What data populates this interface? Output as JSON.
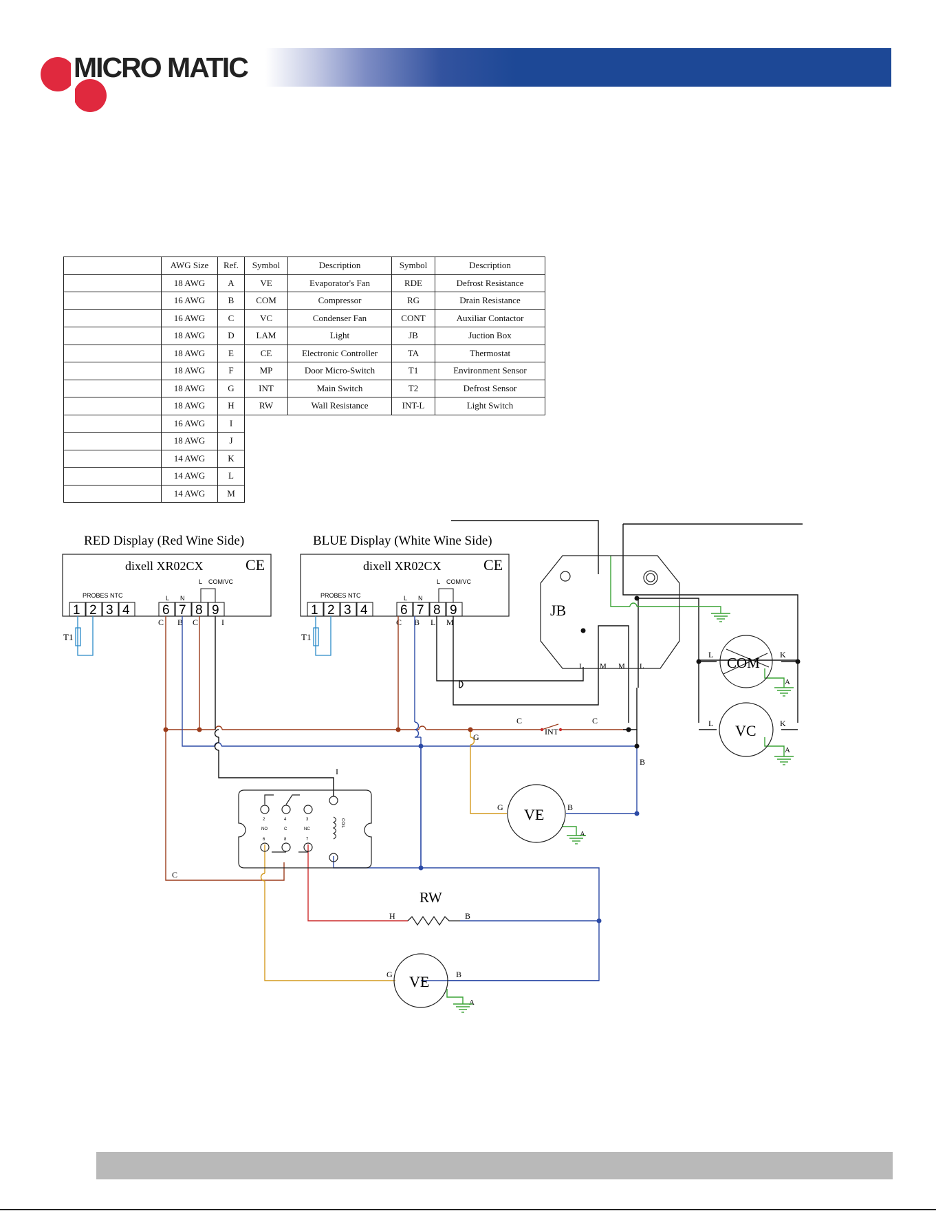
{
  "brand": {
    "name": "MICRO MATIC",
    "primary_color": "#1d4896",
    "logo_color": "#e0293e"
  },
  "wire_table": {
    "headers": [
      "",
      "AWG Size",
      "Ref.",
      "Symbol",
      "Description",
      "Symbol",
      "Description"
    ],
    "rows": [
      [
        "",
        "18 AWG",
        "A",
        "VE",
        "Evaporator's Fan",
        "RDE",
        "Defrost Resistance"
      ],
      [
        "",
        "16 AWG",
        "B",
        "COM",
        "Compressor",
        "RG",
        "Drain Resistance"
      ],
      [
        "",
        "16 AWG",
        "C",
        "VC",
        "Condenser Fan",
        "CONT",
        "Auxiliar Contactor"
      ],
      [
        "",
        "18 AWG",
        "D",
        "LAM",
        "Light",
        "JB",
        "Juction Box"
      ],
      [
        "",
        "18 AWG",
        "E",
        "CE",
        "Electronic Controller",
        "TA",
        "Thermostat"
      ],
      [
        "",
        "18 AWG",
        "F",
        "MP",
        "Door Micro-Switch",
        "T1",
        "Environment Sensor"
      ],
      [
        "",
        "18 AWG",
        "G",
        "INT",
        "Main Switch",
        "T2",
        "Defrost Sensor"
      ],
      [
        "",
        "18 AWG",
        "H",
        "RW",
        "Wall Resistance",
        "INT-L",
        "Light Switch"
      ],
      [
        "",
        "16 AWG",
        "I"
      ],
      [
        "",
        "18 AWG",
        "J"
      ],
      [
        "",
        "14 AWG",
        "K"
      ],
      [
        "",
        "14 AWG",
        "L"
      ],
      [
        "",
        "14 AWG",
        "M"
      ]
    ]
  },
  "diagram": {
    "red_display": {
      "title": "RED Display (Red Wine Side)",
      "model": "dixell XR02CX",
      "tag": "CE",
      "probes_label": "PROBES NTC",
      "probe_terminals": [
        "1",
        "2",
        "3",
        "4"
      ],
      "terminals": [
        "6",
        "7",
        "8",
        "9"
      ],
      "terminal_tags": [
        "L",
        "N",
        "L",
        "COM/VC"
      ],
      "wire_labels": [
        "C",
        "B",
        "C",
        "I"
      ],
      "sensor": "T1"
    },
    "blue_display": {
      "title": "BLUE Display (White Wine Side)",
      "model": "dixell XR02CX",
      "tag": "CE",
      "probes_label": "PROBES NTC",
      "probe_terminals": [
        "1",
        "2",
        "3",
        "4"
      ],
      "terminals": [
        "6",
        "7",
        "8",
        "9"
      ],
      "terminal_tags": [
        "L",
        "N",
        "L",
        "COM/VC"
      ],
      "wire_labels": [
        "C",
        "B",
        "L",
        "M"
      ],
      "sensor": "T1"
    },
    "junction_box": {
      "label": "JB",
      "terminals": [
        "L",
        "M",
        "M",
        "L"
      ]
    },
    "compressor": {
      "label": "COM",
      "left": "L",
      "right": "K",
      "ground": "A"
    },
    "condenser_fan": {
      "label": "VC",
      "left": "L",
      "right": "K",
      "ground": "A"
    },
    "main_switch": {
      "label": "INT",
      "left": "C",
      "right": "C"
    },
    "evap_fan_top": {
      "label": "VE",
      "left": "G",
      "right": "B",
      "ground": "A"
    },
    "evap_fan_bottom": {
      "label": "VE",
      "left": "G",
      "right": "B",
      "ground": "A"
    },
    "wall_resistance": {
      "label": "RW",
      "left": "H",
      "right": "B"
    },
    "relay": {
      "pins_top": [
        "2",
        "4",
        "3"
      ],
      "modes": [
        "NO",
        "C",
        "NC"
      ],
      "pins_bottom": [
        "6",
        "8",
        "7"
      ],
      "coil": "COIL"
    },
    "wire_tags": {
      "g_top": "G",
      "b_right": "B",
      "i_relay": "I",
      "c_relay": "C"
    }
  }
}
